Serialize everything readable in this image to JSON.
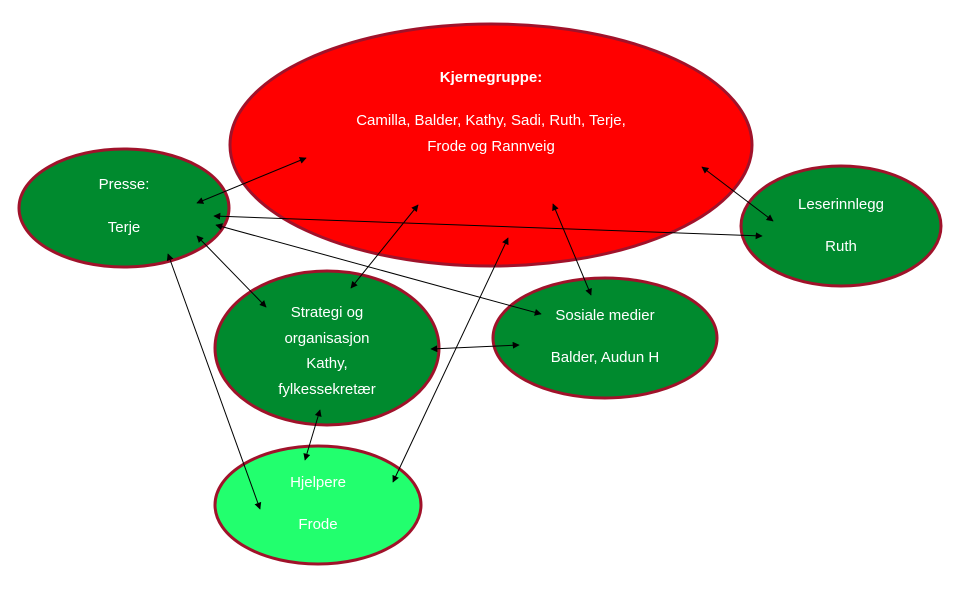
{
  "colors": {
    "core_fill": "#ff0000",
    "group_fill": "#008a2e",
    "helper_fill": "#22ff6e",
    "outline": "#a0122a",
    "text": "#ffffff",
    "arrow": "#000000"
  },
  "nodes": {
    "core": {
      "title": "Kjernegruppe:",
      "line1": "Camilla, Balder, Kathy, Sadi, Ruth, Terje,",
      "line2": "Frode og Rannveig"
    },
    "presse": {
      "title": "Presse:",
      "name": "Terje"
    },
    "leserinnlegg": {
      "title": "Leserinnlegg",
      "name": "Ruth"
    },
    "strategi": {
      "line1": "Strategi og",
      "line2": "organisasjon",
      "line3": "Kathy,",
      "line4": "fylkessekretær"
    },
    "sosiale": {
      "title": "Sosiale medier",
      "name": "Balder, Audun H"
    },
    "hjelpere": {
      "title": "Hjelpere",
      "name": "Frode"
    }
  }
}
